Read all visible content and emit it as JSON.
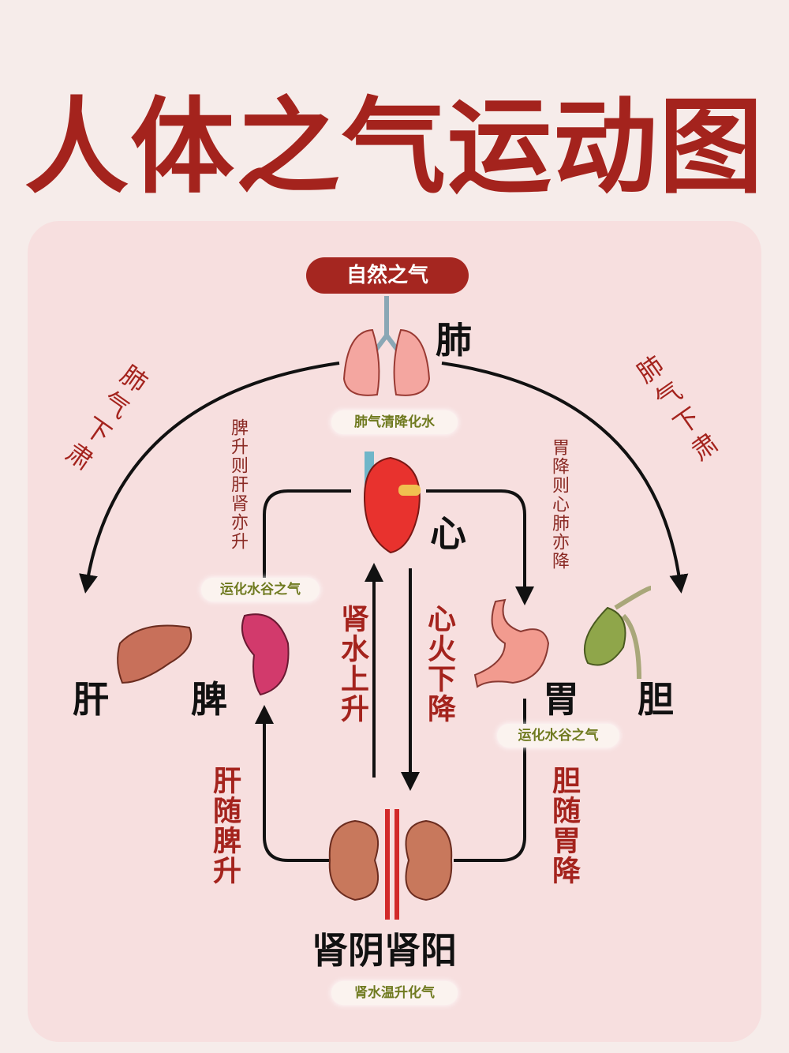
{
  "title": "人体之气运动图",
  "top_pill": "自然之气",
  "organs": {
    "lung": "肺",
    "heart": "心",
    "liver": "肝",
    "spleen": "脾",
    "stomach": "胃",
    "gallbladder": "胆",
    "kidney": "肾阴肾阳"
  },
  "tags": {
    "lung": "肺气清降化水",
    "spleen": "运化水谷之气",
    "stomach": "运化水谷之气",
    "kidney": "肾水温升化气"
  },
  "arcs": {
    "left": "肺气下肃",
    "right": "肺气下肃"
  },
  "flows": {
    "spleen_up": "脾升则肝肾亦升",
    "stomach_down": "胃降则心肺亦降",
    "kidney_water": "肾水上升",
    "heart_fire": "心火下降",
    "liver_follow": "肝随脾升",
    "gall_follow": "胆随胃降"
  },
  "colors": {
    "title": "#a4231d",
    "panel": "#f7dfdf",
    "pill": "#a52620"
  }
}
